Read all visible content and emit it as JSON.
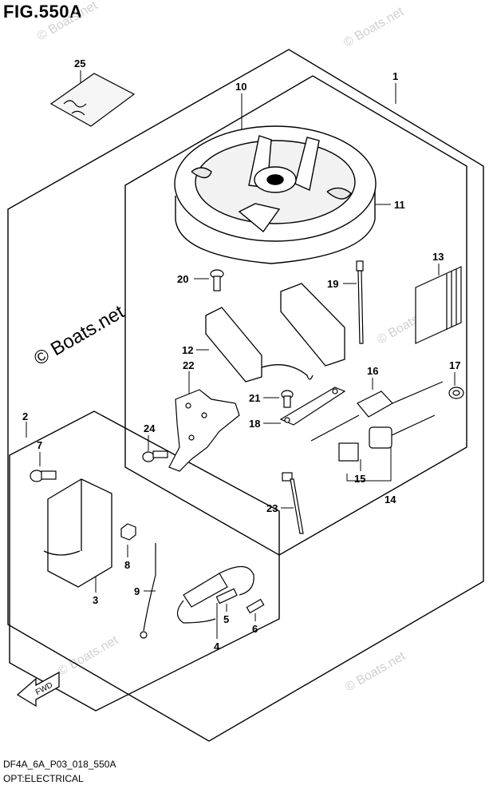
{
  "figure": {
    "title": "FIG.550A",
    "code": "DF4A_6A_P03_018_550A",
    "name": "OPT:ELECTRICAL"
  },
  "watermarks": {
    "main": "© Boats.net",
    "faint": [
      "© Boats.net",
      "© Boats.net",
      "© Boats.net",
      "© Boats.net",
      "© Boats.net"
    ]
  },
  "fwd_label": "FWD",
  "parts": {
    "p1": "1",
    "p2": "2",
    "p3": "3",
    "p4": "4",
    "p5": "5",
    "p6": "6",
    "p7": "7",
    "p8": "8",
    "p9": "9",
    "p10": "10",
    "p11": "11",
    "p12": "12",
    "p13": "13",
    "p14": "14",
    "p15": "15",
    "p16": "16",
    "p17": "17",
    "p18": "18",
    "p19": "19",
    "p20": "20",
    "p21": "21",
    "p22": "22",
    "p23": "23",
    "p24": "24",
    "p25": "25"
  }
}
